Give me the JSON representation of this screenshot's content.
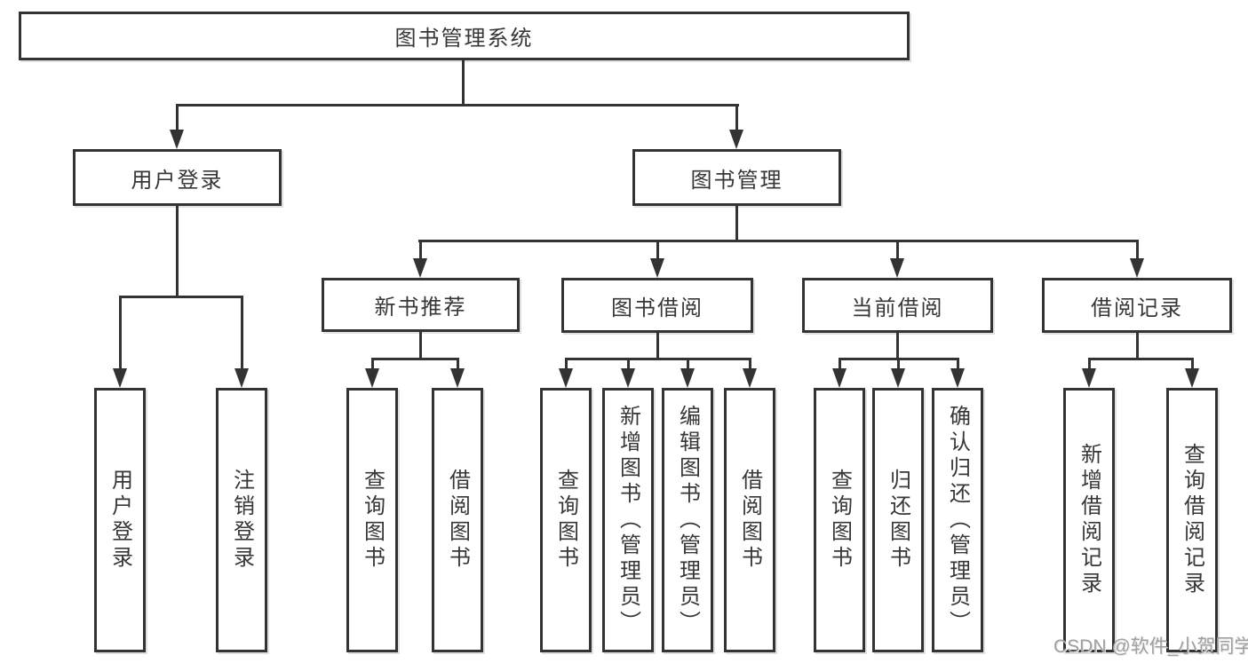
{
  "colors": {
    "line": "#333333",
    "box_border": "#333333",
    "box_background": "#ffffff",
    "text": "#373737",
    "watermark": "#a0a0a0"
  },
  "tree": {
    "root": {
      "label": "图书管理系统",
      "children": [
        {
          "label": "用户登录",
          "children": [
            {
              "label": "用户登录"
            },
            {
              "label": "注销登录"
            }
          ]
        },
        {
          "label": "图书管理",
          "children": [
            {
              "label": "新书推荐",
              "children": [
                {
                  "label": "查询图书"
                },
                {
                  "label": "借阅图书"
                }
              ]
            },
            {
              "label": "图书借阅",
              "children": [
                {
                  "label": "查询图书"
                },
                {
                  "label": "新增图书（管理员）"
                },
                {
                  "label": "编辑图书（管理员）"
                },
                {
                  "label": "借阅图书"
                }
              ]
            },
            {
              "label": "当前借阅",
              "children": [
                {
                  "label": "查询图书"
                },
                {
                  "label": "归还图书"
                },
                {
                  "label": "确认归还（管理员）"
                }
              ]
            },
            {
              "label": "借阅记录",
              "children": [
                {
                  "label": "新增借阅记录"
                },
                {
                  "label": "查询借阅记录"
                }
              ]
            }
          ]
        }
      ]
    }
  },
  "watermark": {
    "text": "CSDN @软件_小贺同学"
  }
}
